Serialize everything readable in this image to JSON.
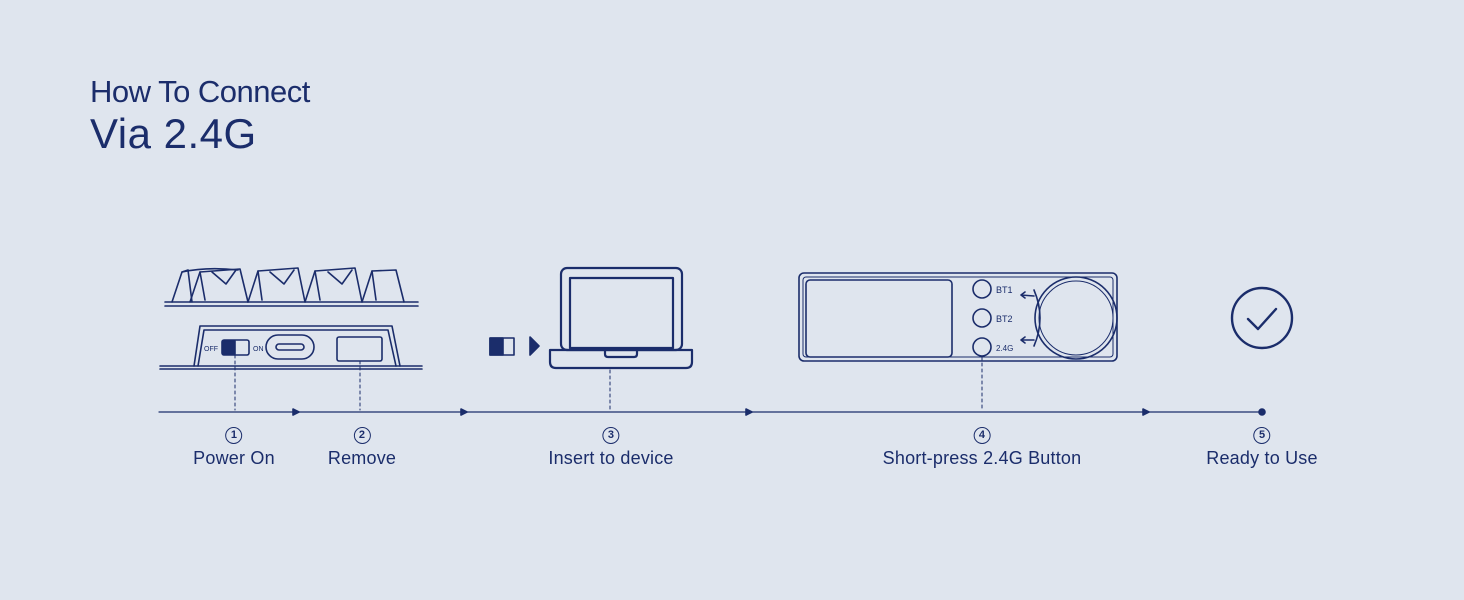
{
  "title": {
    "line1": "How To Connect",
    "line2": "Via 2.4G"
  },
  "steps": [
    {
      "number": "1",
      "label": "Power On"
    },
    {
      "number": "2",
      "label": "Remove"
    },
    {
      "number": "3",
      "label": "Insert to device"
    },
    {
      "number": "4",
      "label": "Short-press 2.4G Button"
    },
    {
      "number": "5",
      "label": "Ready to Use"
    }
  ],
  "keyboard": {
    "switch_off": "OFF",
    "switch_on": "ON"
  },
  "device": {
    "button_bt1": "BT1",
    "button_bt2": "BT2",
    "button_24g": "2.4G"
  },
  "colors": {
    "ink": "#1b2d6b",
    "background": "#dfe5ee"
  },
  "icons": [
    "usb-dongle-icon",
    "laptop-icon",
    "device-panel-icon",
    "checkmark-circle-icon"
  ]
}
